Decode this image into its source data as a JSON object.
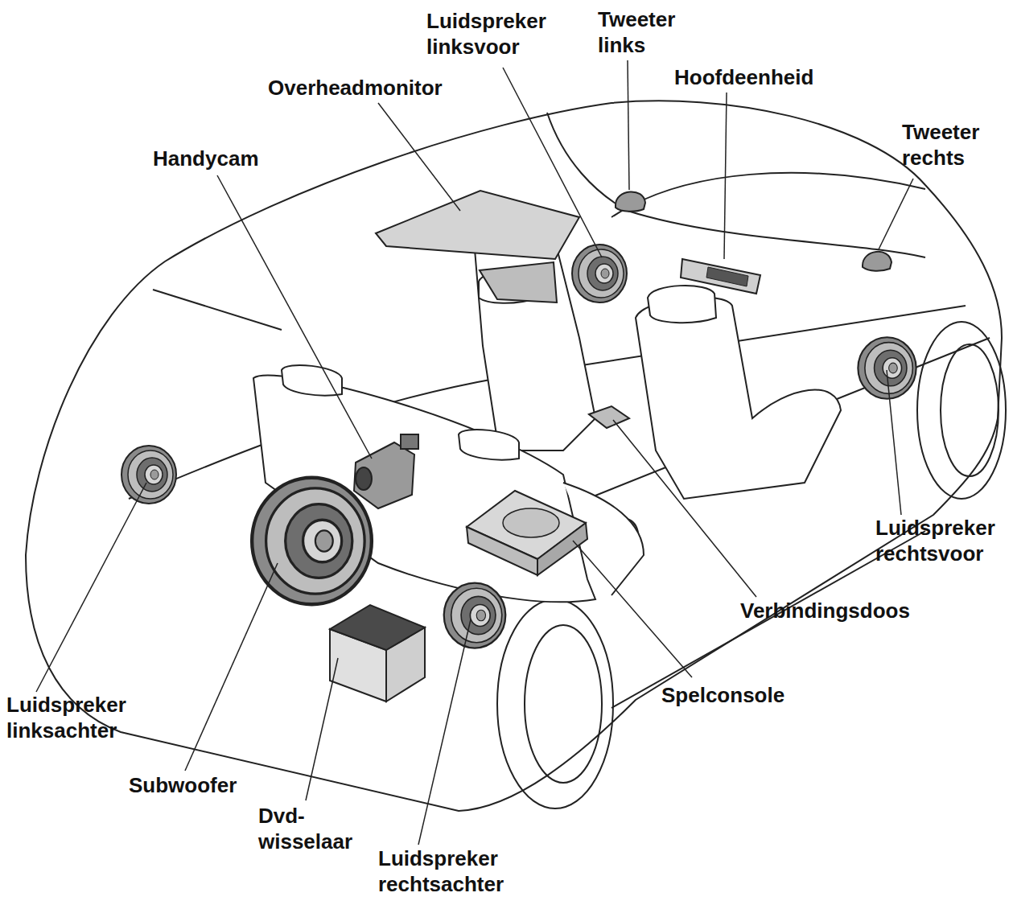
{
  "diagram": {
    "labels": [
      "Luidspreker linksvoor",
      "Tweeter links",
      "Hoofdeenheid",
      "Overheadmonitor",
      "Tweeter rechts",
      "Handycam",
      "Luidspreker rechtsvoor",
      "Verbindingsdoos",
      "Spelconsole",
      "Luidspreker linksachter",
      "Subwoofer",
      "Dvd- wisselaar",
      "Luidspreker rechtsachter"
    ]
  }
}
